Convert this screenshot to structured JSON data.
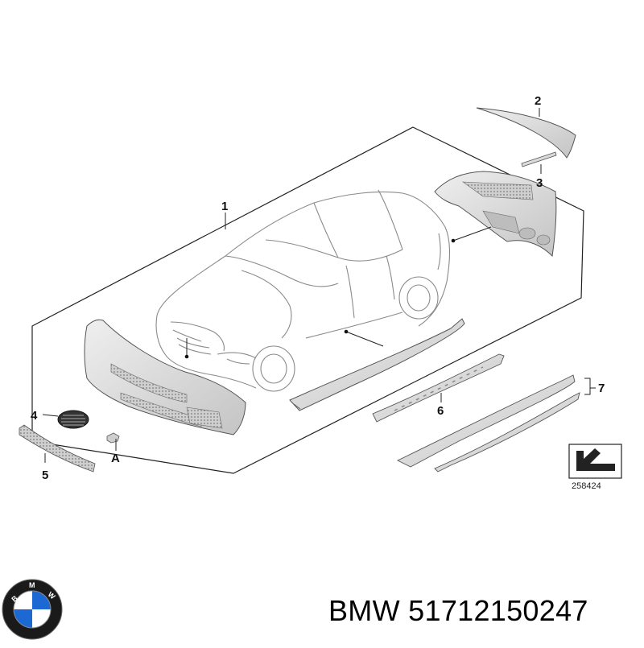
{
  "callouts": {
    "c1": "1",
    "c2": "2",
    "c3": "3",
    "c4": "4",
    "c5": "5",
    "c6": "6",
    "c7": "7",
    "cA": "A"
  },
  "reference_number": "258424",
  "brand": {
    "logo_letters": [
      "B",
      "M",
      "W"
    ],
    "colors": {
      "blue": "#1c69d4",
      "ring": "#1a1a1a",
      "white": "#ffffff"
    }
  },
  "part_label": "BMW 51712150247",
  "colors": {
    "line": "#222222",
    "part_fill": "#dcdcdc",
    "part_edge": "#555555"
  }
}
